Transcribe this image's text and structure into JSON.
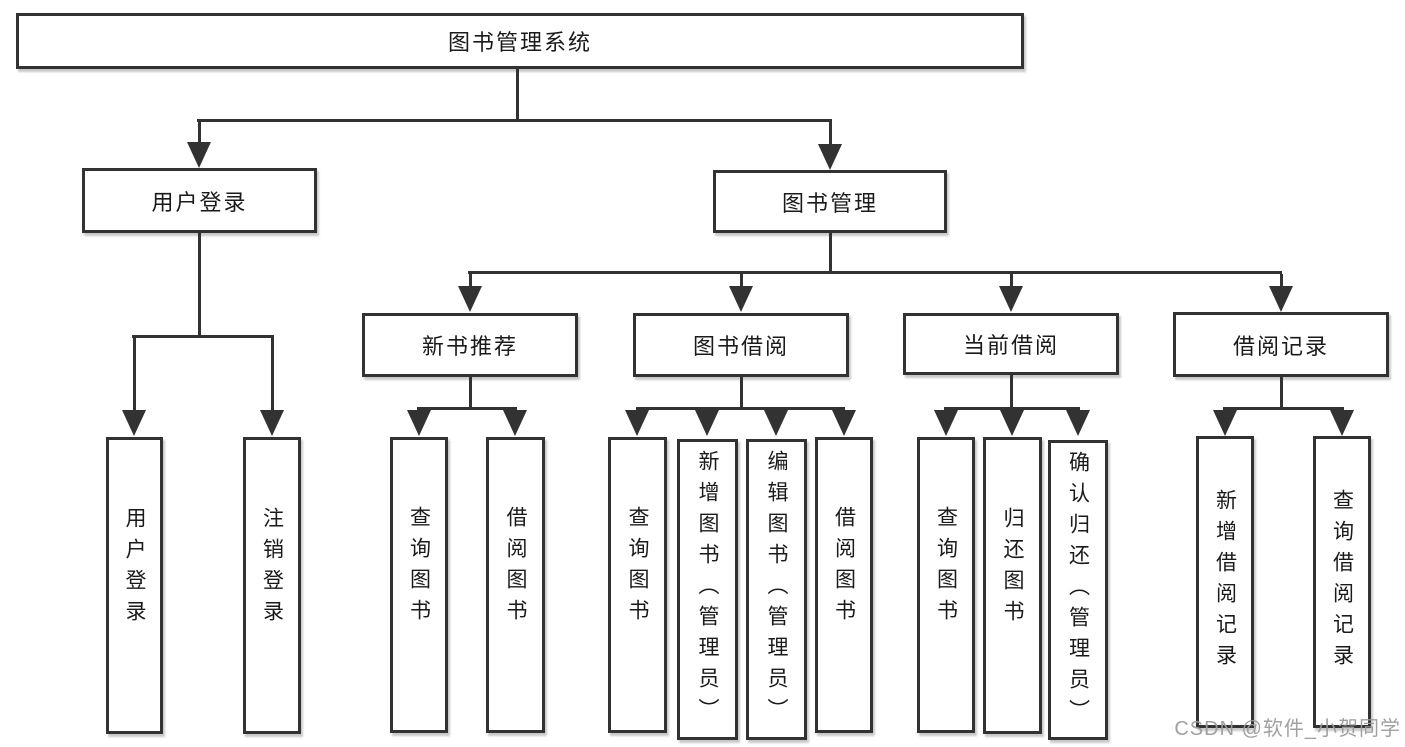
{
  "diagram": {
    "root": "图书管理系统",
    "level2": {
      "user_login": "用户登录",
      "book_mgmt": "图书管理"
    },
    "level3": {
      "new_book_rec": "新书推荐",
      "book_borrow": "图书借阅",
      "current_borrow": "当前借阅",
      "borrow_record": "借阅记录"
    },
    "leaves": {
      "login": "用户登录",
      "logout": "注销登录",
      "nbr_query": "查询图书",
      "nbr_borrow": "借阅图书",
      "bb_query": "查询图书",
      "bb_add": "新增图书（管理员）",
      "bb_edit": "编辑图书（管理员）",
      "bb_borrow": "借阅图书",
      "cb_query": "查询图书",
      "cb_return": "归还图书",
      "cb_confirm": "确认归还（管理员）",
      "br_add": "新增借阅记录",
      "br_query": "查询借阅记录"
    },
    "watermark": "CSDN @软件_小贺同学",
    "colors": {
      "line": "#323232",
      "text": "#1a1a1a",
      "watermark": "#9b9b9b",
      "background": "#ffffff"
    }
  }
}
